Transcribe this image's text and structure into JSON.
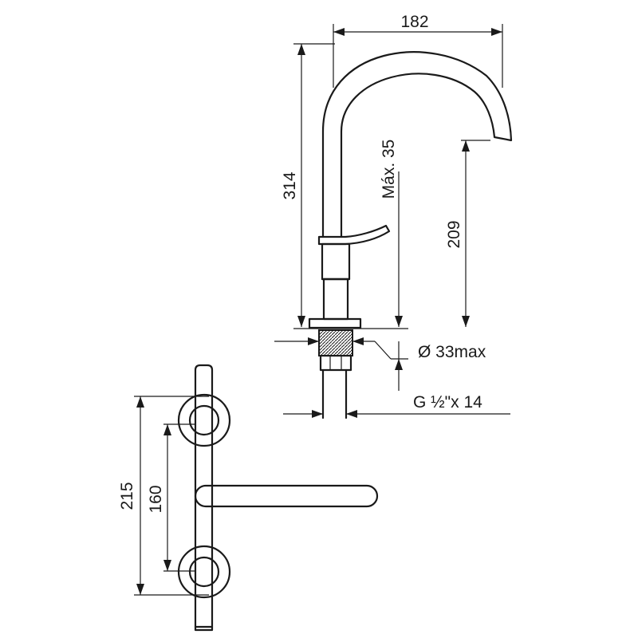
{
  "dimensions": {
    "reach": "182",
    "height": "314",
    "max_thickness": "Máx. 35",
    "spout_height": "209",
    "hole_diameter": "Ø 33max",
    "thread": "G ½\"x 14",
    "overall_length": "215",
    "handle_travel": "160"
  }
}
